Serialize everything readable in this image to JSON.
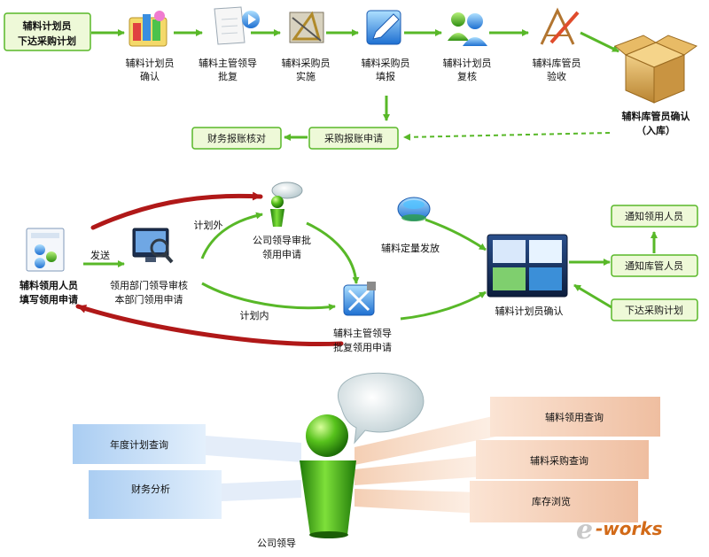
{
  "flow_top": {
    "start": [
      "辅料计划员",
      "下达采购计划"
    ],
    "steps": [
      [
        "辅料计划员",
        "确认"
      ],
      [
        "辅料主管领导",
        "批复"
      ],
      [
        "辅料采购员",
        "实施"
      ],
      [
        "辅料采购员",
        "填报"
      ],
      [
        "辅料计划员",
        "复核"
      ],
      [
        "辅料库管员",
        "验收"
      ]
    ],
    "end": [
      "辅料库管员确认",
      "（入库）"
    ],
    "purchase_report": "采购报账申请",
    "finance_check": "财务报账核对"
  },
  "flow_mid": {
    "requester": [
      "辅料领用人员",
      "填写领用申请"
    ],
    "send": "发送",
    "dept": [
      "领用部门领导审核",
      "本部门领用申请"
    ],
    "outside_plan": "计划外",
    "inside_plan": "计划内",
    "company": [
      "公司领导审批",
      "领用申请"
    ],
    "supervisor": [
      "辅料主管领导",
      "批复领用申请"
    ],
    "quota": "辅料定量发放",
    "planner_confirm": "辅料计划员确认",
    "notify_user": "通知领用人员",
    "notify_keeper": "通知库管人员",
    "issue_plan": "下达采购计划"
  },
  "bottom": {
    "left": [
      "年度计划查询",
      "财务分析"
    ],
    "right": [
      "辅料领用查询",
      "辅料采购查询",
      "库存浏览"
    ],
    "person": "公司领导"
  },
  "watermark": {
    "e": "e",
    "rest": "-works"
  },
  "colors": {
    "flow_arrow": "#58b828",
    "box_fill": "#eef9d8",
    "return_arrow": "#b01818",
    "left_band": "#c4dcf6",
    "right_band": "#f3cdb2"
  }
}
